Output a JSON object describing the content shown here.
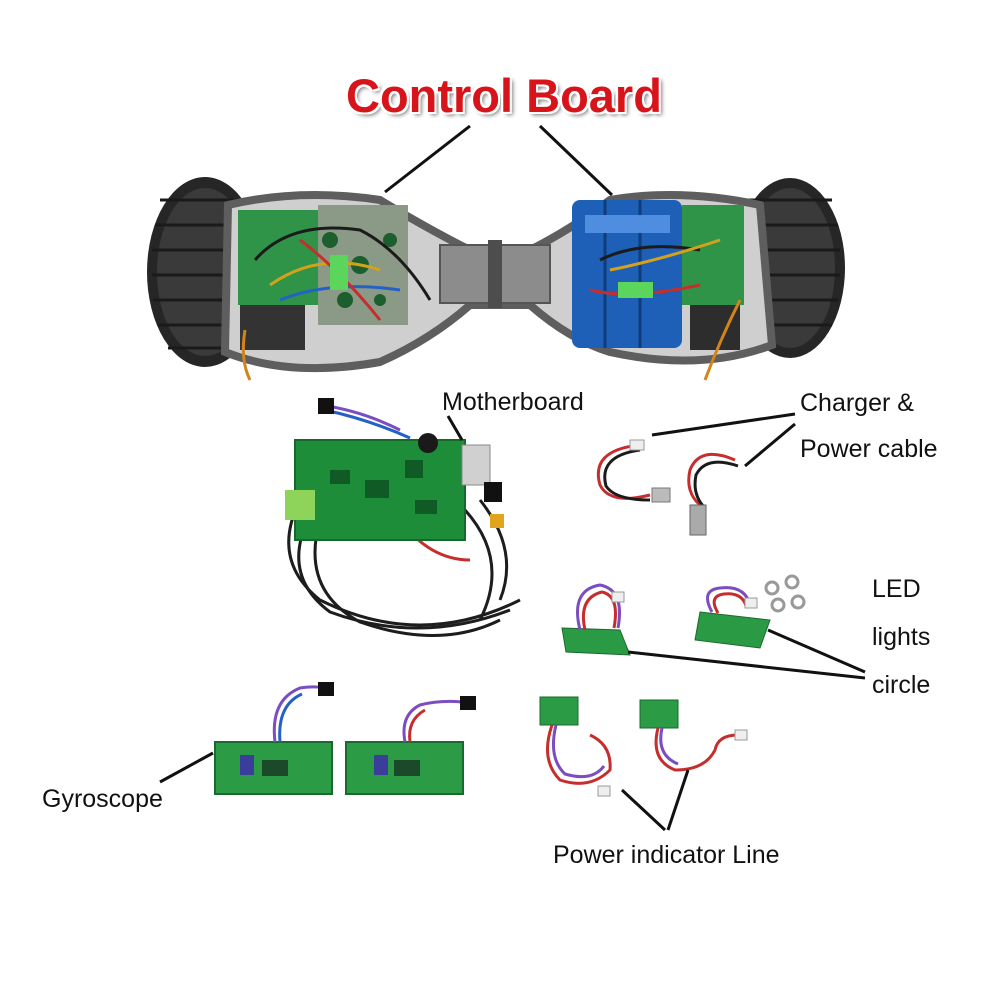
{
  "title": "Control Board",
  "labels": {
    "motherboard": "Motherboard",
    "charger_line1": "Charger &",
    "charger_line2": "Power cable",
    "led_line1": "LED",
    "led_line2": "lights",
    "led_line3": "circle",
    "gyroscope": "Gyroscope",
    "power_indicator": "Power indicator Line"
  },
  "colors": {
    "title": "#d8141b",
    "pcb_green": "#1f9a3c",
    "battery_blue": "#1e5fb8",
    "frame_gray": "#6e6e6e",
    "tire": "#2a2a2a"
  }
}
